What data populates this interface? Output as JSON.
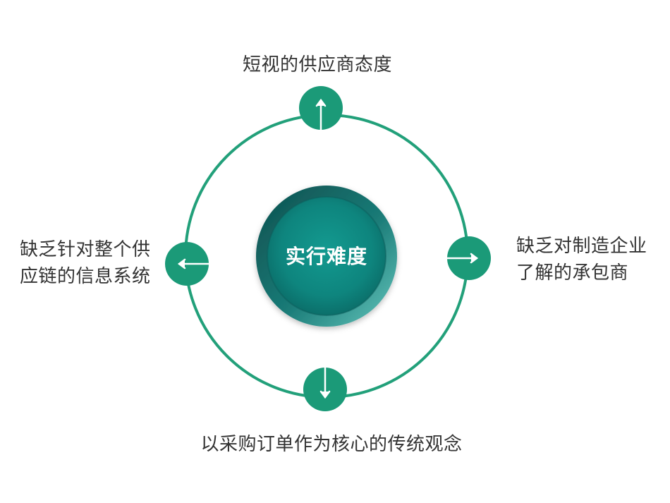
{
  "center": {
    "label": "实行难度",
    "colors": {
      "outer_ring": "#1f6f6c",
      "inner_fill": "#13948c",
      "highlight": "#5cc3bb"
    }
  },
  "ring_color": "#22a07a",
  "node_color": "#1b9a78",
  "nodes": [
    {
      "position": "top",
      "icon": "arrow-up-icon",
      "lines": [
        "短视的供应商态度"
      ]
    },
    {
      "position": "right",
      "icon": "arrow-right-icon",
      "lines": [
        "缺乏对制造企业",
        "了解的承包商"
      ]
    },
    {
      "position": "bottom",
      "icon": "arrow-down-icon",
      "lines": [
        "以采购订单作为核心的传统观念"
      ]
    },
    {
      "position": "left",
      "icon": "arrow-left-icon",
      "lines": [
        "缺乏针对整个供",
        "应链的信息系统"
      ]
    }
  ]
}
